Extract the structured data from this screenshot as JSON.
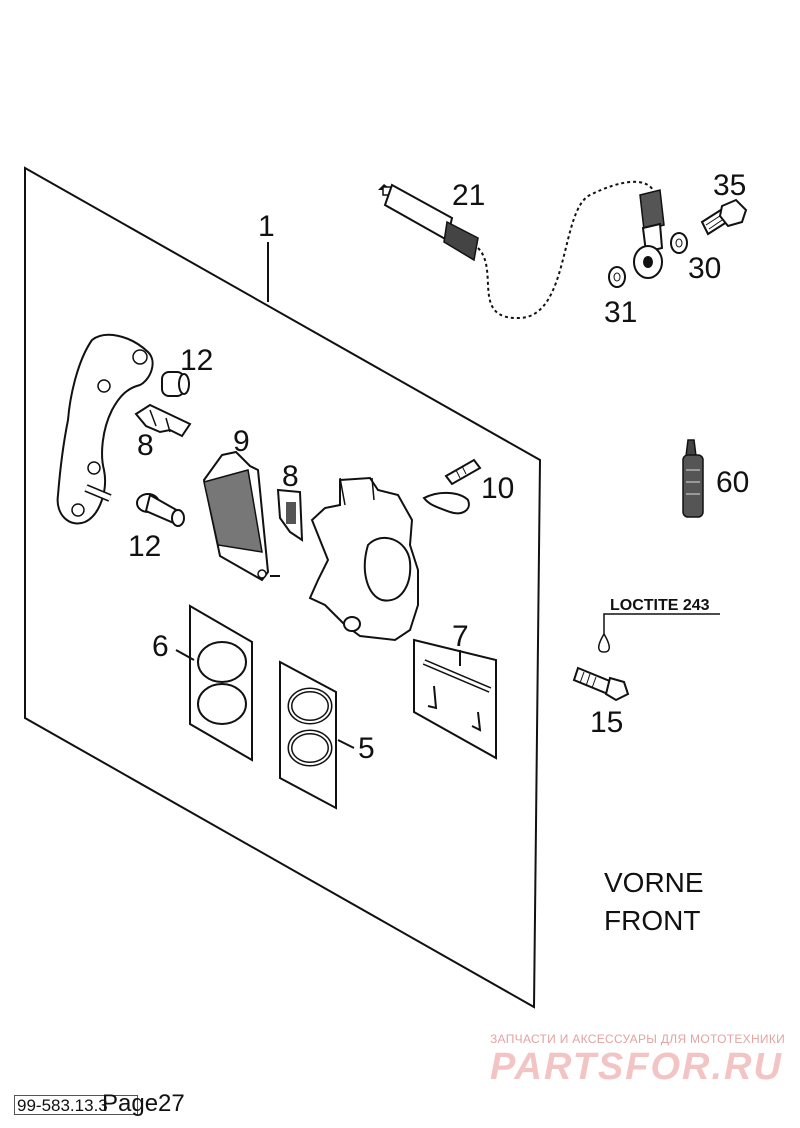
{
  "diagram": {
    "callouts": {
      "c1": "1",
      "c21": "21",
      "c35": "35",
      "c30": "30",
      "c31": "31",
      "c12a": "12",
      "c8a": "8",
      "c9": "9",
      "c8b": "8",
      "c10": "10",
      "c12b": "12",
      "c60": "60",
      "c6": "6",
      "c7": "7",
      "c5": "5",
      "c15": "15"
    },
    "loctite_note": "LOCTITE 243",
    "direction": {
      "line1": "VORNE",
      "line2": "FRONT"
    }
  },
  "footer": {
    "code": "99-583.13.3",
    "page": "Page27"
  },
  "watermark": {
    "line1": "ЗАПЧАСТИ И АКСЕССУАРЫ ДЛЯ МОТОТЕХНИКИ",
    "line2": "PARTSFOR.RU"
  }
}
